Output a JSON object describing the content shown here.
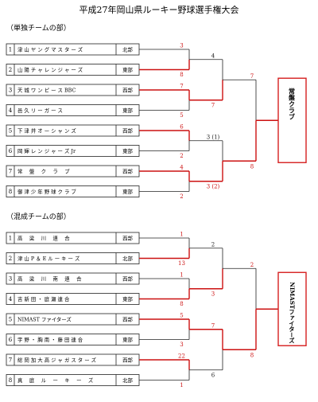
{
  "title": "平成27年岡山県ルーキー野球選手権大会",
  "colors": {
    "winner_line": "#cc1111",
    "loser_line": "#222222",
    "champion_border": "#d61f1f"
  },
  "sections": [
    {
      "label": "（単独チームの部）",
      "teams": [
        {
          "num": "1",
          "name": "津 山 ヤ ン グ マ ス タ ー ズ",
          "region": "北部"
        },
        {
          "num": "2",
          "name": "山 陽 チ ャ レ ン ジ ャ ー ズ",
          "region": "東部"
        },
        {
          "num": "3",
          "name": "天 城 ワ ン ピ ー ス BBC",
          "region": "西部"
        },
        {
          "num": "4",
          "name": "邑 久 リ ー ガ ー ス",
          "region": "東部"
        },
        {
          "num": "5",
          "name": "下 津 井 オ ー シ ャ ン ズ",
          "region": "西部"
        },
        {
          "num": "6",
          "name": "岡 輝 レ ン ジ ャ ー ズ Jr",
          "region": "東部"
        },
        {
          "num": "7",
          "name": "常　 盤　 ク　 ラ　 ブ",
          "region": "西部"
        },
        {
          "num": "8",
          "name": "御 津 少 年 野 球 ク ラ ブ",
          "region": "東部"
        }
      ],
      "round1_scores": [
        {
          "top": "3",
          "bottom": "8"
        },
        {
          "top": "7",
          "bottom": "5"
        },
        {
          "top": "6",
          "bottom": "2"
        },
        {
          "top": "4",
          "bottom": "2"
        }
      ],
      "semi_scores": [
        {
          "top": "4",
          "bottom": "7"
        },
        {
          "top": "3 (1)",
          "bottom": "3 (2)"
        }
      ],
      "final_scores": {
        "top": "7",
        "bottom": "8"
      },
      "champion": "常盤クラブ"
    },
    {
      "label": "（混成チームの部）",
      "teams": [
        {
          "num": "1",
          "name": "高　 梁　 川　 連　 合",
          "region": "西部"
        },
        {
          "num": "2",
          "name": "津 山 P ＆ E ル ー キ ー ズ",
          "region": "北部"
        },
        {
          "num": "3",
          "name": "高　 梁　 川　 南　 連　 合",
          "region": "西部"
        },
        {
          "num": "4",
          "name": "吉 新 田 ・ 庭 瀬 連 合",
          "region": "東部"
        },
        {
          "num": "5",
          "name": "NIMAST ファイターズ",
          "region": "西部"
        },
        {
          "num": "6",
          "name": "宇 野 ・ 胸 南 ・ 藤 田 連 合",
          "region": "東部"
        },
        {
          "num": "7",
          "name": "総 岡 加 大 高 ジ ャ ガ ス タ ー ズ",
          "region": "西部"
        },
        {
          "num": "8",
          "name": "真　 庭　 ル　 ー　 キ　 ー　 ズ",
          "region": "北部"
        }
      ],
      "round1_scores": [
        {
          "top": "1",
          "bottom": "13"
        },
        {
          "top": "1",
          "bottom": "8"
        },
        {
          "top": "5",
          "bottom": "3"
        },
        {
          "top": "22",
          "bottom": "1"
        }
      ],
      "semi_scores": [
        {
          "top": "2",
          "bottom": "3"
        },
        {
          "top": "7",
          "bottom": "6"
        }
      ],
      "final_scores": {
        "top": "2",
        "bottom": "8"
      },
      "champion": "NIMASTファイターズ"
    }
  ]
}
